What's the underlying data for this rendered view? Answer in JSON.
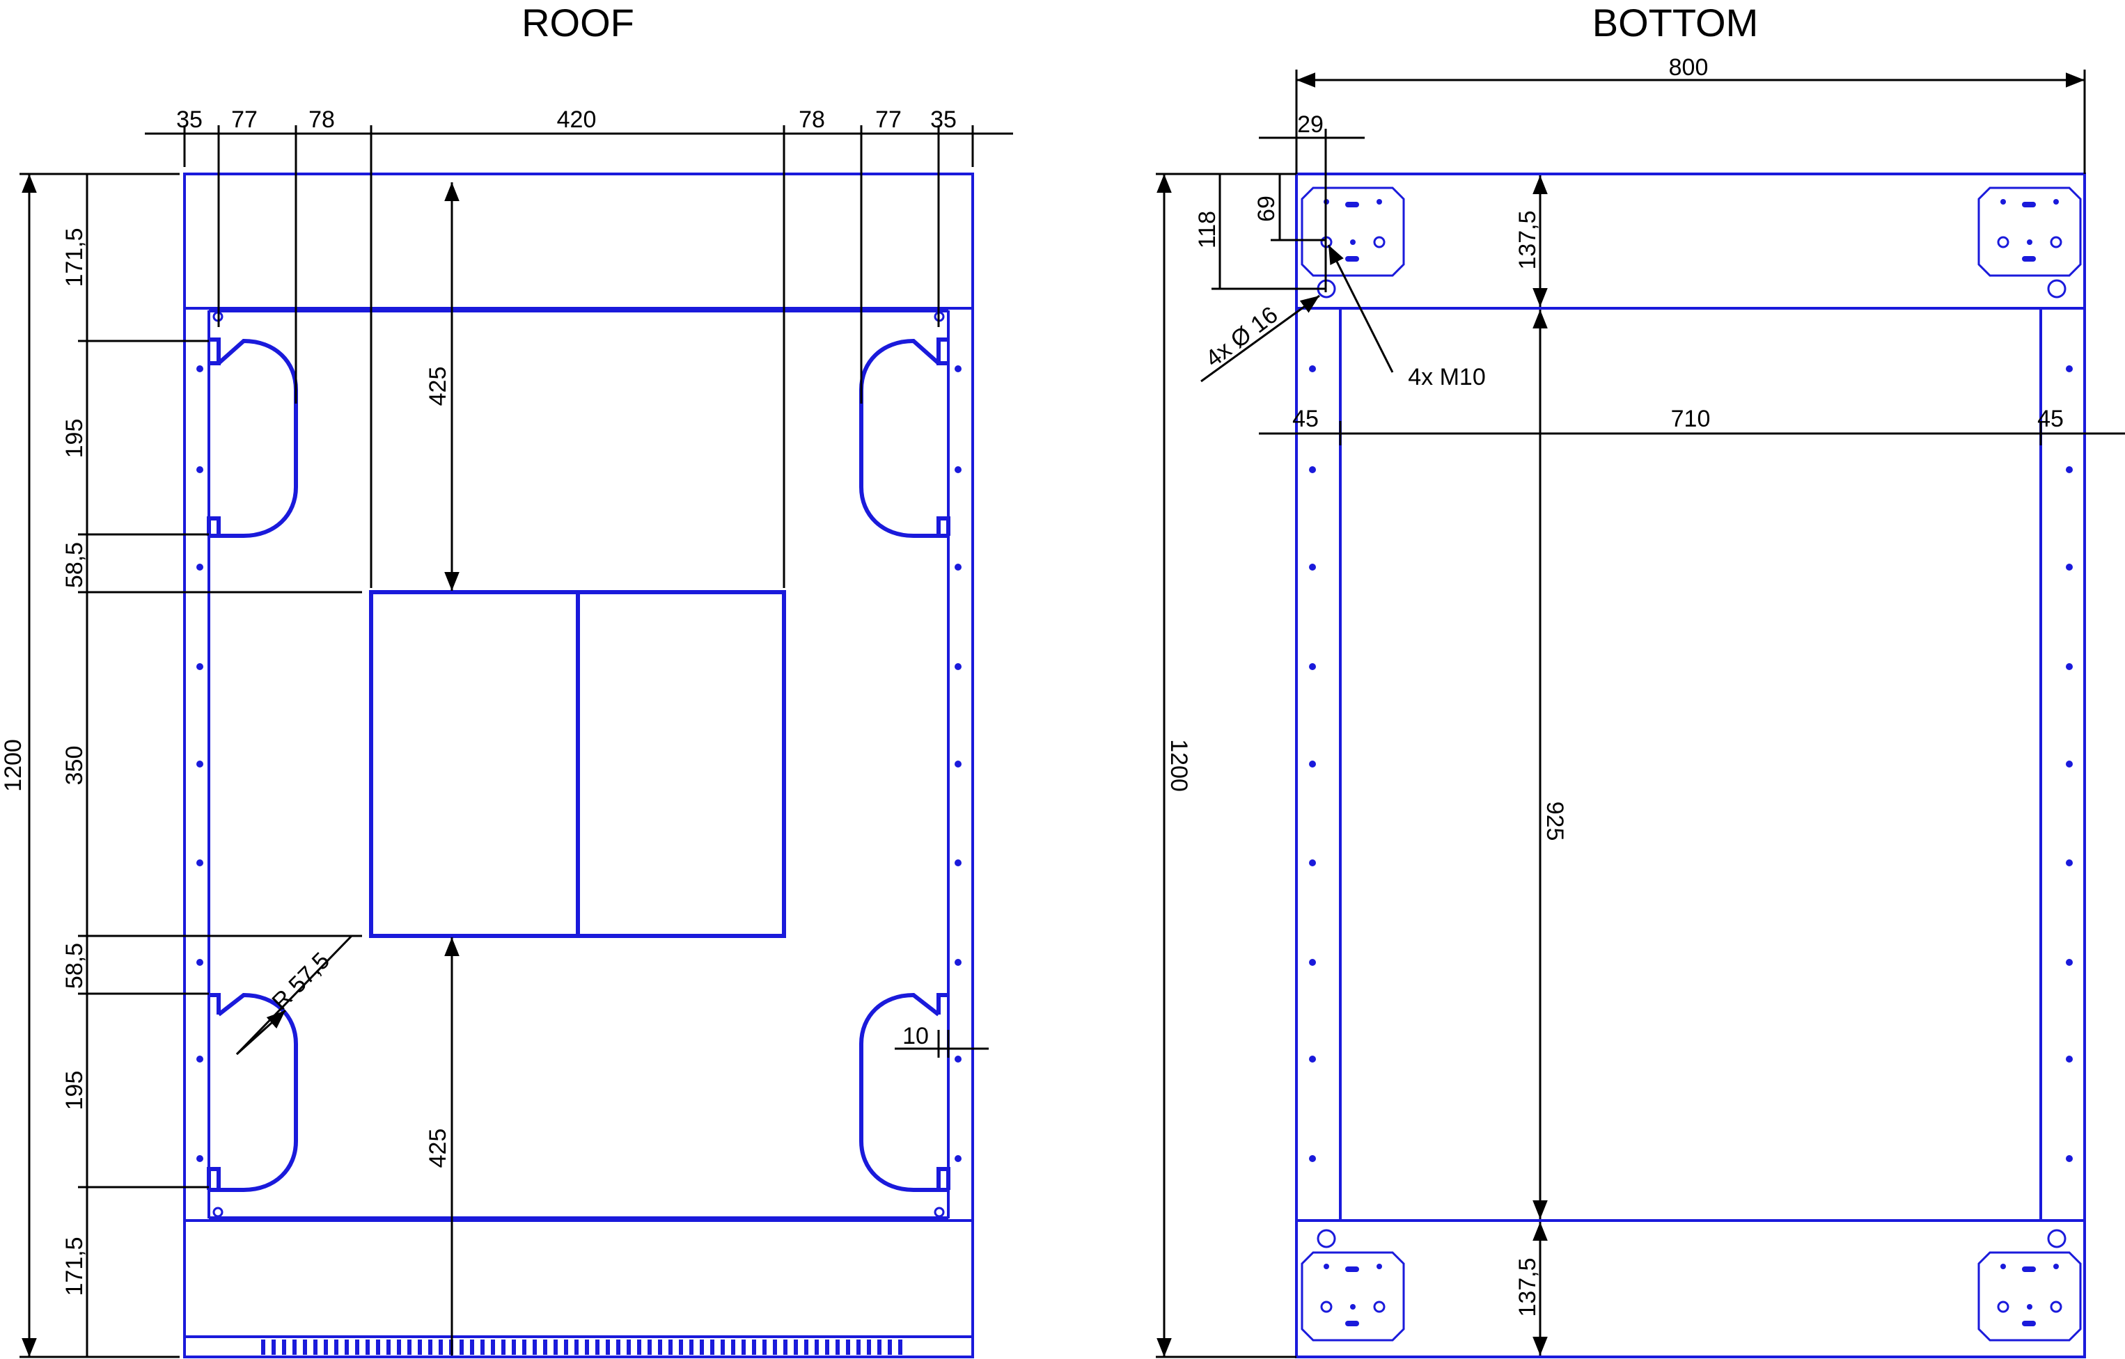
{
  "roof": {
    "title": "ROOF",
    "dims_top": [
      "35",
      "77",
      "78",
      "420",
      "78",
      "77",
      "35"
    ],
    "dims_left": [
      "171,5",
      "195",
      "58,5",
      "350",
      "58,5",
      "195",
      "171,5"
    ],
    "dim_total_height": "1200",
    "dim_upper_depth": "425",
    "dim_lower_depth": "425",
    "dim_radius": "R 57,5",
    "dim_edge": "10"
  },
  "bottom": {
    "title": "BOTTOM",
    "dim_width": "800",
    "dim_hole_x": "29",
    "dim_hole_y": "69",
    "dim_hole_y2": "118",
    "dim_foot_top": "137,5",
    "dim_foot_bottom": "137,5",
    "dim_hole_dia": "4x Ø 16",
    "dim_thread": "4x M10",
    "dim_rail_left": "45",
    "dim_inner_width": "710",
    "dim_rail_right": "45",
    "dim_total_height": "1200",
    "dim_inner_height": "925"
  },
  "colors": {
    "outline": "#1a1adb",
    "dimension": "#000000"
  }
}
